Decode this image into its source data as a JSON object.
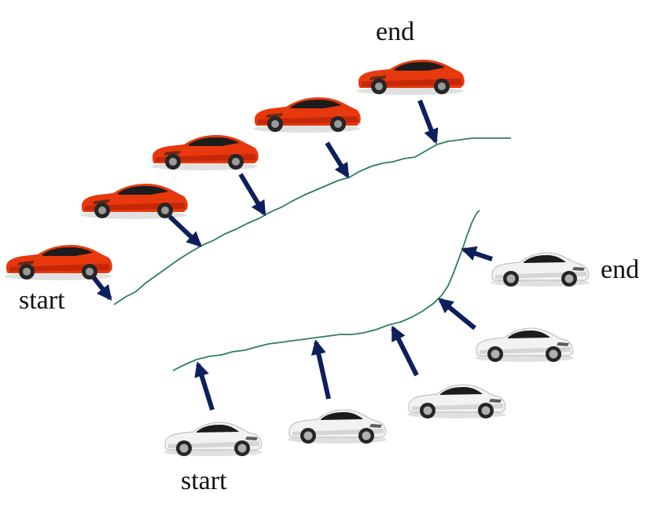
{
  "labels": {
    "red_start": "start",
    "red_end": "end",
    "white_start": "start",
    "white_end": "end"
  },
  "colors": {
    "trajectory": "#2e7d5b",
    "arrow": "#0d1f5c",
    "red_car_body": "#e8380d",
    "red_car_shadow": "#a81c05",
    "white_car_body": "#f2f2f2",
    "white_car_shadow": "#b8b8b8",
    "window": "#1c1c1c",
    "wheel": "#262626",
    "rim": "#9a9a9a"
  },
  "icons": {
    "red_car": "sports-car-icon",
    "white_car": "sports-car-icon",
    "arrow": "arrow-icon"
  }
}
